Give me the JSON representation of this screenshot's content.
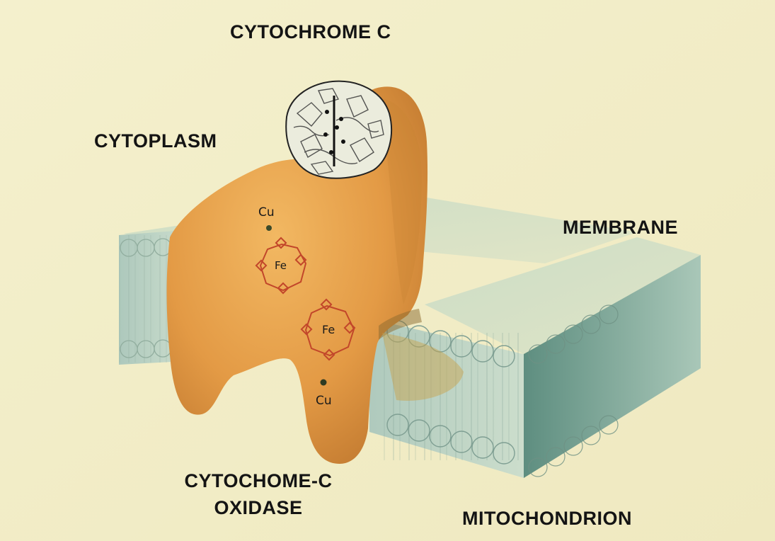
{
  "labels": {
    "cytochrome_c": "CYTOCHROME C",
    "cytoplasm": "CYTOPLASM",
    "membrane": "MEMBRANE",
    "oxidase_line1": "CYTOCHOME-C",
    "oxidase_line2": "OXIDASE",
    "mitochondrion": "MITOCHONDRION"
  },
  "cofactors": {
    "cu_top": "Cu",
    "fe_top": "Fe",
    "fe_bottom": "Fe",
    "cu_bottom": "Cu"
  },
  "colors": {
    "background": "#f3efc9",
    "protein": "#e6a24d",
    "membrane_face": "#b9d0c2",
    "membrane_top": "#cfdcc6",
    "heme": "#c2462a"
  }
}
